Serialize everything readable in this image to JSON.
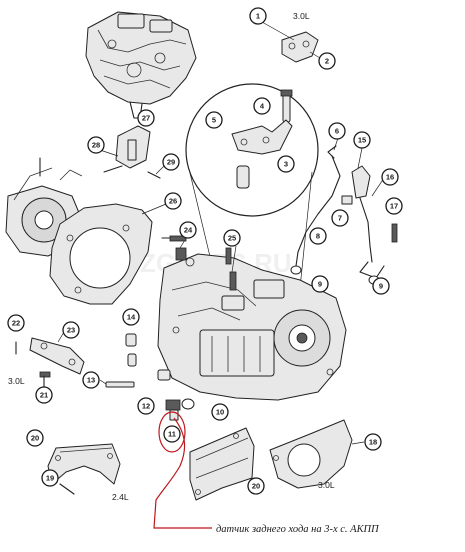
{
  "figure": {
    "engine_labels": {
      "top_right": "3.0L",
      "left_middle": "3.0L",
      "bottom_left": "2.4L",
      "bottom_right": "3.0L"
    },
    "note": "датчик заднего хода на 3-х с. АКПП",
    "watermark": "ZGARTS.RU",
    "accent_color": "#c0161b",
    "callouts": [
      {
        "id": "c1",
        "label": "1"
      },
      {
        "id": "c2",
        "label": "2"
      },
      {
        "id": "c3",
        "label": "3"
      },
      {
        "id": "c4",
        "label": "4"
      },
      {
        "id": "c5",
        "label": "5"
      },
      {
        "id": "c6",
        "label": "6"
      },
      {
        "id": "c7",
        "label": "7"
      },
      {
        "id": "c8",
        "label": "8"
      },
      {
        "id": "c9a",
        "label": "9"
      },
      {
        "id": "c9b",
        "label": "9"
      },
      {
        "id": "c10",
        "label": "10"
      },
      {
        "id": "c11",
        "label": "11"
      },
      {
        "id": "c12",
        "label": "12"
      },
      {
        "id": "c13",
        "label": "13"
      },
      {
        "id": "c14",
        "label": "14"
      },
      {
        "id": "c15",
        "label": "15"
      },
      {
        "id": "c16",
        "label": "16"
      },
      {
        "id": "c17",
        "label": "17"
      },
      {
        "id": "c18",
        "label": "18"
      },
      {
        "id": "c19",
        "label": "19"
      },
      {
        "id": "c20a",
        "label": "20"
      },
      {
        "id": "c20b",
        "label": "20"
      },
      {
        "id": "c21",
        "label": "21"
      },
      {
        "id": "c22",
        "label": "22"
      },
      {
        "id": "c23",
        "label": "23"
      },
      {
        "id": "c24",
        "label": "24"
      },
      {
        "id": "c25",
        "label": "25"
      },
      {
        "id": "c26",
        "label": "26"
      },
      {
        "id": "c27",
        "label": "27"
      },
      {
        "id": "c28",
        "label": "28"
      },
      {
        "id": "c29",
        "label": "29"
      }
    ]
  }
}
